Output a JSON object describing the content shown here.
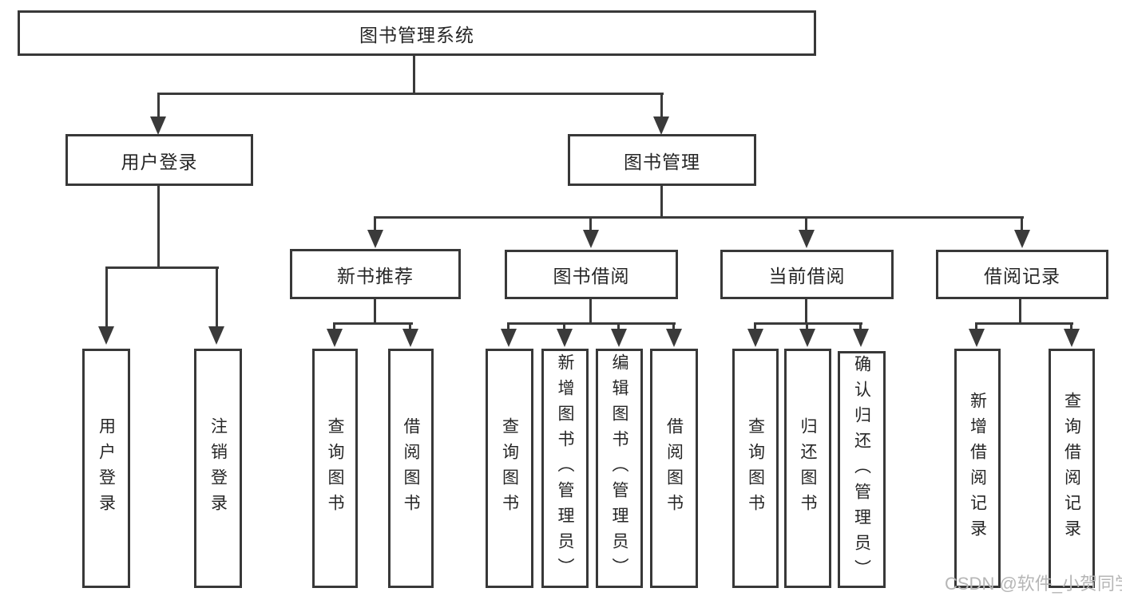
{
  "diagram": {
    "root": {
      "label": "图书管理系统"
    },
    "level2": {
      "user_login": "用户登录",
      "book_mgmt": "图书管理"
    },
    "level3": {
      "new_book": "新书推荐",
      "book_borrow": "图书借阅",
      "current_borrow": "当前借阅",
      "borrow_record": "借阅记录"
    },
    "leaves": {
      "user_login_1": "用户登录",
      "user_login_2": "注销登录",
      "new_book_1": "查询图书",
      "new_book_2": "借阅图书",
      "book_borrow_1": "查询图书",
      "book_borrow_2": "新增图书（管理员）",
      "book_borrow_3": "编辑图书（管理员）",
      "book_borrow_4": "借阅图书",
      "current_borrow_1": "查询图书",
      "current_borrow_2": "归还图书",
      "current_borrow_3": "确认归还（管理员）",
      "borrow_record_1": "新增借阅记录",
      "borrow_record_2": "查询借阅记录"
    },
    "colors": {
      "line": "#3a3a3a",
      "border": "#383838",
      "text": "#262626",
      "watermark": "#b6b6b6",
      "background": "#ffffff"
    }
  },
  "watermark": {
    "label": "CSDN @软件_小贺同学"
  }
}
